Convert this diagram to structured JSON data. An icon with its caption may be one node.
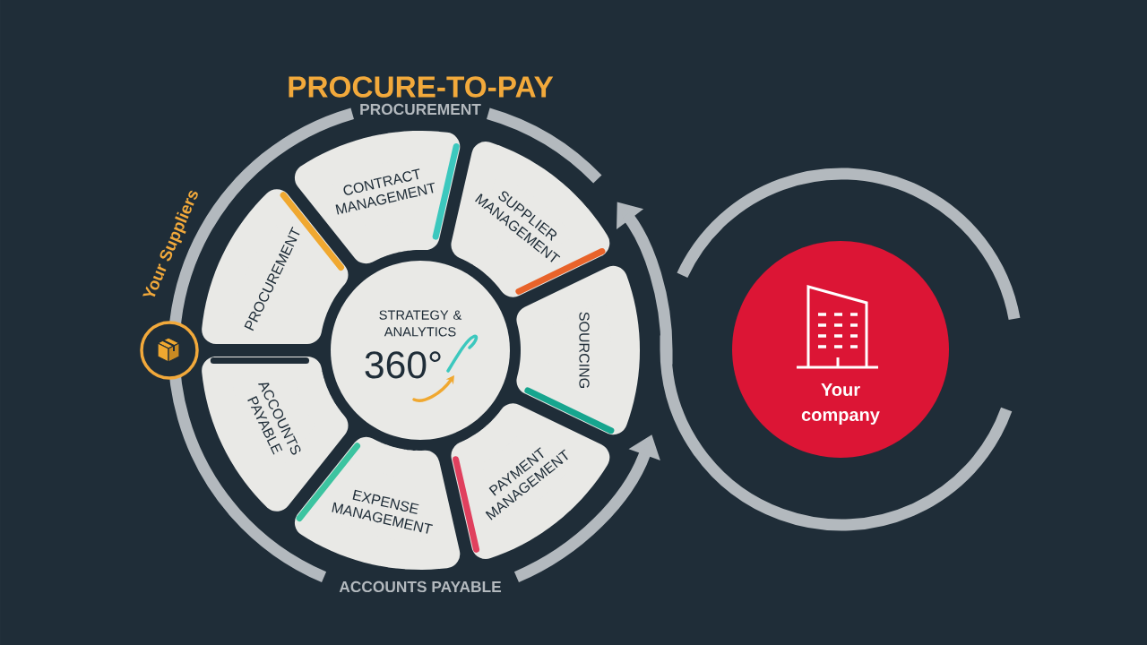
{
  "diagram": {
    "title": "PROCURE-TO-PAY",
    "nodes": [
      {
        "text": [
          "PROCUREMENT"
        ]
      },
      {
        "text": [
          "CONTRACT MANAGEMENT"
        ]
      },
      {
        "text": [
          "SUPPLIER MANAGEMENT"
        ]
      },
      {
        "text": [
          "SOURCING"
        ]
      },
      {
        "text": [
          "PAYMENT MANAGEMENT"
        ]
      },
      {
        "text": [
          "EXPENSE MANAGEMENT"
        ]
      },
      {
        "text": [
          "ACCOUNTS PAYABLE"
        ]
      },
      {
        "text": [
          "STRATEGY & ANALYTICS",
          "360°"
        ]
      },
      {
        "text": [
          "Your company"
        ]
      }
    ],
    "labels": [
      "PROCUREMENT",
      "Your Suppliers",
      "ACCOUNTS PAYABLE"
    ]
  }
}
